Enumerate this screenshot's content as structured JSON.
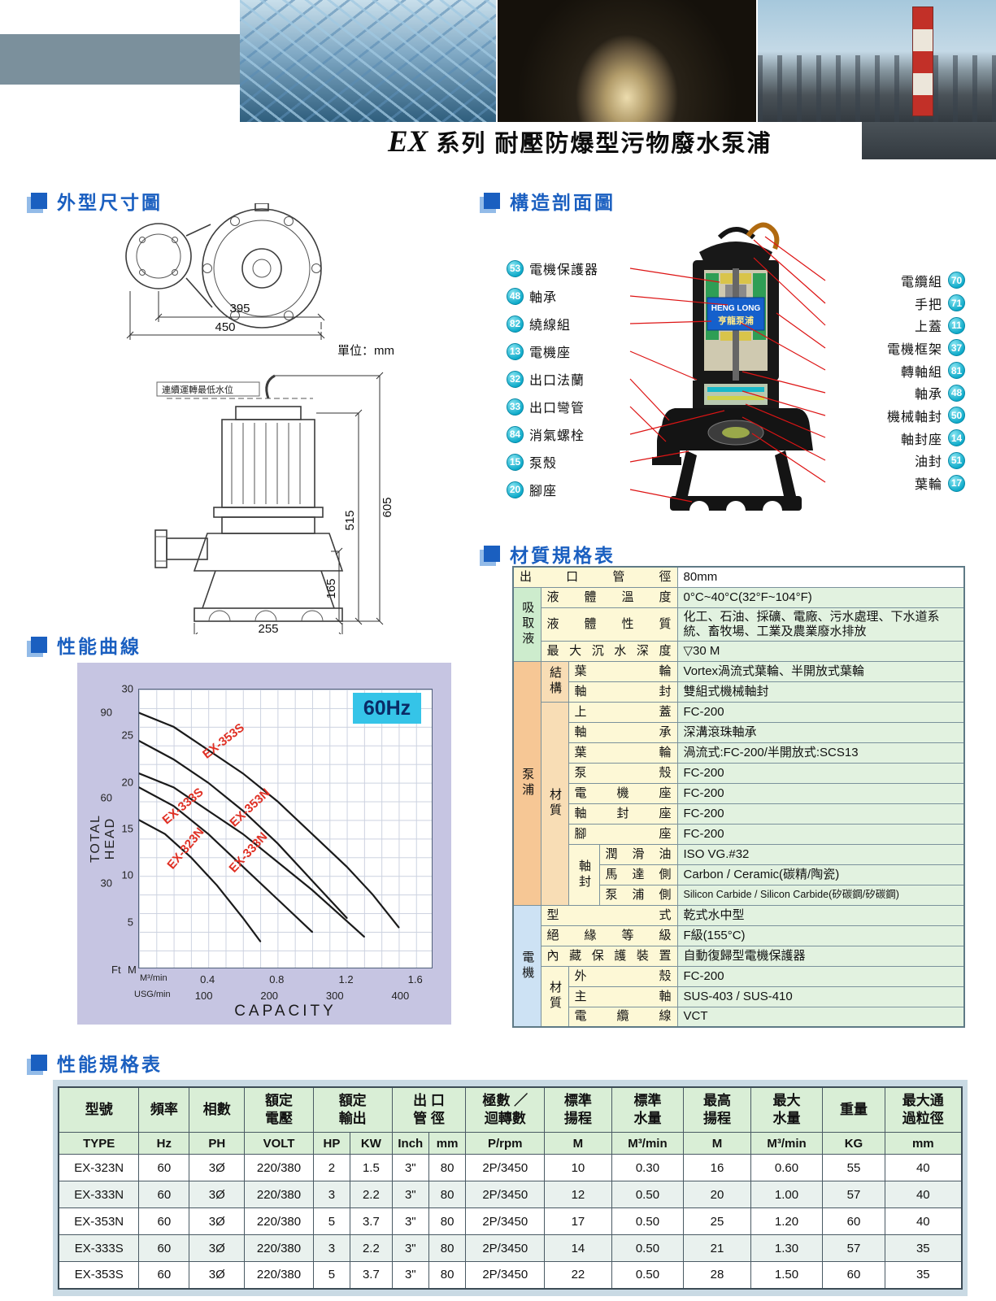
{
  "banner": {
    "title_prefix": "EX",
    "title_rest": "系列  耐壓防爆型污物廢水泵浦"
  },
  "sections": {
    "dimension_title": "外型尺寸圖",
    "structure_title": "構造剖面圖",
    "material_title": "材質規格表",
    "curve_title": "性能曲線",
    "performance_title": "性能規格表"
  },
  "dimension": {
    "unit": "單位：mm",
    "min_water_level": "連續運轉最低水位",
    "top_width_flange": "395",
    "top_width_overall": "450",
    "overall_height": "605",
    "body_height": "515",
    "outlet_height": "165",
    "base_width": "255"
  },
  "structure": {
    "nameplate_en": "HENG LONG",
    "nameplate_zh": "亨龍泵浦",
    "left_labels": [
      {
        "num": "53",
        "label": "電機保護器"
      },
      {
        "num": "48",
        "label": "軸承"
      },
      {
        "num": "82",
        "label": "繞線組"
      },
      {
        "num": "13",
        "label": "電機座"
      },
      {
        "num": "32",
        "label": "出口法蘭"
      },
      {
        "num": "33",
        "label": "出口彎管"
      },
      {
        "num": "84",
        "label": "消氣螺栓"
      },
      {
        "num": "15",
        "label": "泵殼"
      },
      {
        "num": "20",
        "label": "腳座"
      }
    ],
    "right_labels": [
      {
        "num": "70",
        "label": "電纜組"
      },
      {
        "num": "71",
        "label": "手把"
      },
      {
        "num": "11",
        "label": "上蓋"
      },
      {
        "num": "37",
        "label": "電機框架"
      },
      {
        "num": "81",
        "label": "轉軸組"
      },
      {
        "num": "48",
        "label": "軸承"
      },
      {
        "num": "50",
        "label": "機械軸封"
      },
      {
        "num": "14",
        "label": "軸封座"
      },
      {
        "num": "51",
        "label": "油封"
      },
      {
        "num": "17",
        "label": "葉輪"
      }
    ]
  },
  "material": {
    "outlet": {
      "label": "出口管徑",
      "value": "80mm"
    },
    "suction_group": "吸取液",
    "temp": {
      "label": "液體溫度",
      "value": "0°C~40°C(32°F~104°F)"
    },
    "nature": {
      "label": "液體性質",
      "value": "化工、石油、採礦、電廠、污水處理、下水道系統、畜牧場、工業及農業廢水排放"
    },
    "depth": {
      "label": "最大沉水深度",
      "value": "▽30 M"
    },
    "pump_group": "泵浦",
    "struct_group": "結構",
    "impeller_struct": {
      "label": "葉輪",
      "value": "Vortex渦流式葉輪、半開放式葉輪"
    },
    "seal_struct": {
      "label": "軸封",
      "value": "雙組式機械軸封"
    },
    "mat_group": "材質",
    "top_cover": {
      "label": "上蓋",
      "value": "FC-200"
    },
    "bearing": {
      "label": "軸承",
      "value": "深溝滾珠軸承"
    },
    "impeller_mat": {
      "label": "葉輪",
      "value": "渦流式:FC-200/半開放式:SCS13"
    },
    "casing": {
      "label": "泵殼",
      "value": "FC-200"
    },
    "motor_base": {
      "label": "電機座",
      "value": "FC-200"
    },
    "seal_base": {
      "label": "軸封座",
      "value": "FC-200"
    },
    "foot": {
      "label": "腳座",
      "value": "FC-200"
    },
    "shaft_seal_group": "軸封",
    "lube": {
      "label": "潤滑油",
      "value": "ISO VG.#32"
    },
    "motor_side": {
      "label": "馬達側",
      "value": "Carbon / Ceramic(碳精/陶瓷)"
    },
    "pump_side": {
      "label": "泵浦側",
      "value": "Silicon Carbide / Silicon Carbide(矽碳鋼/矽碳鋼)"
    },
    "motor_group": "電機",
    "mtype": {
      "label": "型式",
      "value": "乾式水中型"
    },
    "insulation": {
      "label": "絕緣等級",
      "value": "F級(155°C)"
    },
    "protector": {
      "label": "內藏保護裝置",
      "value": "自動復歸型電機保護器"
    },
    "motor_mat_group": "材質",
    "shell": {
      "label": "外殼",
      "value": "FC-200"
    },
    "main_shaft": {
      "label": "主軸",
      "value": "SUS-403 / SUS-410"
    },
    "cable": {
      "label": "電纜線",
      "value": "VCT"
    }
  },
  "chart_data": {
    "type": "line",
    "title": "性能曲線",
    "freq_label": "60Hz",
    "xlabel": "CAPACITY",
    "ylabel": "TOTAL HEAD",
    "x_unit_primary": "M³/min",
    "x_unit_secondary": "USG/min",
    "y_unit_left": "Ft",
    "y_unit_right": "M",
    "xlim": [
      0,
      1.7
    ],
    "ylim": [
      0,
      30
    ],
    "x_ticks_m3min": [
      "0.4",
      "0.8",
      "1.2",
      "1.6"
    ],
    "x_ticks_usgmin": [
      "100",
      "200",
      "300",
      "400"
    ],
    "y_ticks_m": [
      "5",
      "10",
      "15",
      "20",
      "25",
      "30"
    ],
    "y_ticks_ft": [
      "30",
      "60",
      "90"
    ],
    "grid": true,
    "series": [
      {
        "name": "EX-353S",
        "points": [
          [
            0,
            27.5
          ],
          [
            0.2,
            26
          ],
          [
            0.4,
            23.5
          ],
          [
            0.6,
            21
          ],
          [
            0.8,
            18
          ],
          [
            1.0,
            14.5
          ],
          [
            1.2,
            11
          ],
          [
            1.35,
            8
          ],
          [
            1.5,
            4.5
          ]
        ]
      },
      {
        "name": "EX-353N",
        "points": [
          [
            0,
            24.5
          ],
          [
            0.2,
            22.5
          ],
          [
            0.4,
            20
          ],
          [
            0.6,
            17
          ],
          [
            0.8,
            13.5
          ],
          [
            1.0,
            9.5
          ],
          [
            1.2,
            5.5
          ]
        ]
      },
      {
        "name": "EX-333S",
        "points": [
          [
            0,
            21
          ],
          [
            0.2,
            19.5
          ],
          [
            0.4,
            17
          ],
          [
            0.6,
            14.5
          ],
          [
            0.8,
            11.5
          ],
          [
            1.0,
            8.5
          ],
          [
            1.15,
            6
          ],
          [
            1.3,
            3.5
          ]
        ]
      },
      {
        "name": "EX-333N",
        "points": [
          [
            0,
            19.5
          ],
          [
            0.2,
            17.5
          ],
          [
            0.4,
            14.5
          ],
          [
            0.6,
            11
          ],
          [
            0.8,
            7.5
          ],
          [
            1.0,
            4
          ]
        ]
      },
      {
        "name": "EX-323N",
        "points": [
          [
            0,
            16
          ],
          [
            0.15,
            14.5
          ],
          [
            0.3,
            12
          ],
          [
            0.45,
            9
          ],
          [
            0.6,
            5.5
          ],
          [
            0.7,
            3
          ]
        ]
      }
    ]
  },
  "performance": {
    "header_row1": [
      "型號",
      "頻率",
      "相數",
      "額定\n電壓",
      "額定\n輸出",
      "出 口\n管 徑",
      "極數 ／\n迴轉數",
      "標準\n揚程",
      "標準\n水量",
      "最高\n揚程",
      "最大\n水量",
      "重量",
      "最大通\n過粒徑"
    ],
    "header_row2": [
      "TYPE",
      "Hz",
      "PH",
      "VOLT",
      "HP",
      "KW",
      "Inch",
      "mm",
      "P/rpm",
      "M",
      "M³/min",
      "M",
      "M³/min",
      "KG",
      "mm"
    ],
    "rows": [
      {
        "type": "EX-323N",
        "hz": "60",
        "ph": "3Ø",
        "volt": "220/380",
        "hp": "2",
        "kw": "1.5",
        "inch": "3\"",
        "mm": "80",
        "prpm": "2P/3450",
        "std_head": "10",
        "std_flow": "0.30",
        "max_head": "16",
        "max_flow": "0.60",
        "weight": "55",
        "particle": "40"
      },
      {
        "type": "EX-333N",
        "hz": "60",
        "ph": "3Ø",
        "volt": "220/380",
        "hp": "3",
        "kw": "2.2",
        "inch": "3\"",
        "mm": "80",
        "prpm": "2P/3450",
        "std_head": "12",
        "std_flow": "0.50",
        "max_head": "20",
        "max_flow": "1.00",
        "weight": "57",
        "particle": "40"
      },
      {
        "type": "EX-353N",
        "hz": "60",
        "ph": "3Ø",
        "volt": "220/380",
        "hp": "5",
        "kw": "3.7",
        "inch": "3\"",
        "mm": "80",
        "prpm": "2P/3450",
        "std_head": "17",
        "std_flow": "0.50",
        "max_head": "25",
        "max_flow": "1.20",
        "weight": "60",
        "particle": "40"
      },
      {
        "type": "EX-333S",
        "hz": "60",
        "ph": "3Ø",
        "volt": "220/380",
        "hp": "3",
        "kw": "2.2",
        "inch": "3\"",
        "mm": "80",
        "prpm": "2P/3450",
        "std_head": "14",
        "std_flow": "0.50",
        "max_head": "21",
        "max_flow": "1.30",
        "weight": "57",
        "particle": "35"
      },
      {
        "type": "EX-353S",
        "hz": "60",
        "ph": "3Ø",
        "volt": "220/380",
        "hp": "5",
        "kw": "3.7",
        "inch": "3\"",
        "mm": "80",
        "prpm": "2P/3450",
        "std_head": "22",
        "std_flow": "0.50",
        "max_head": "28",
        "max_flow": "1.50",
        "weight": "60",
        "particle": "35"
      }
    ]
  }
}
